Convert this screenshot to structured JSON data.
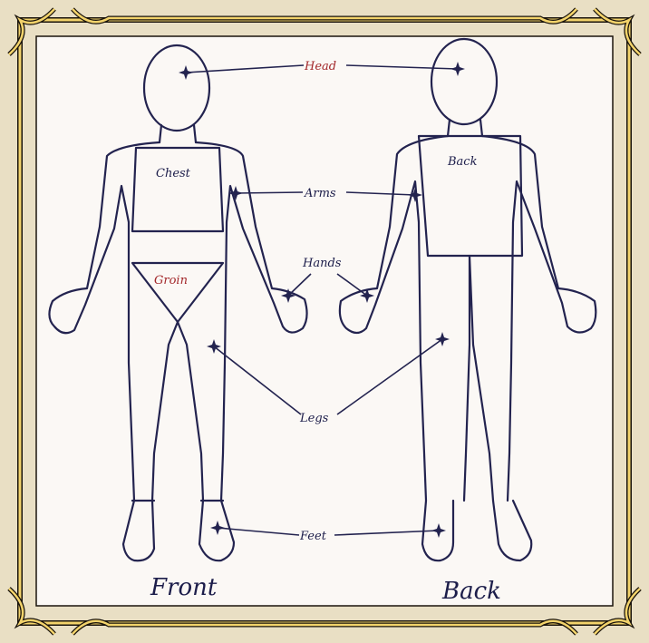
{
  "frame": {
    "parchment_color": "#e9dfc4",
    "frame_color": "#f3d36b",
    "frame_outline": "#1a140c",
    "panel_color": "#fbf8f5",
    "ink_color": "#23234f",
    "accent_red": "#a3282b"
  },
  "figures": {
    "front_caption": "Front",
    "back_caption": "Back"
  },
  "regions": {
    "head": "Head",
    "chest": "Chest",
    "arms": "Arms",
    "groin": "Groin",
    "hands": "Hands",
    "back": "Back",
    "legs": "Legs",
    "feet": "Feet"
  }
}
